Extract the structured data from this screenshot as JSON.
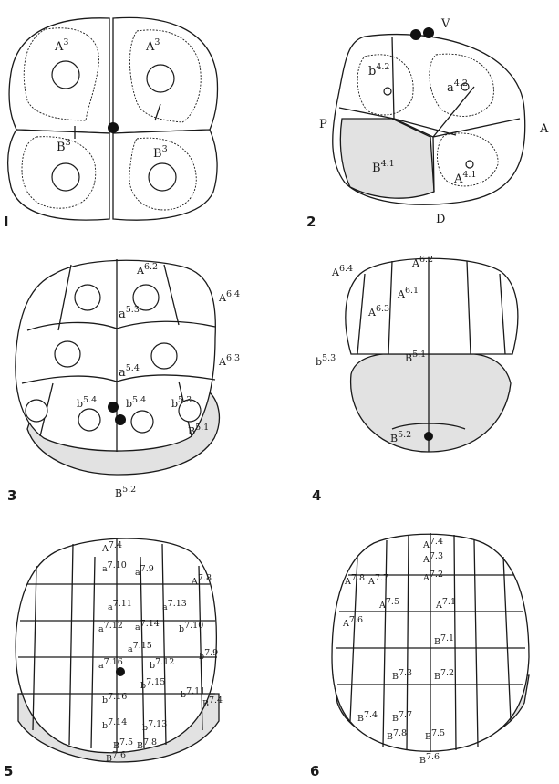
{
  "figures": [
    {
      "number": "I",
      "labels": [
        "A",
        "A",
        "B",
        "B"
      ],
      "superscripts": [
        "3",
        "3",
        "3",
        "3"
      ]
    },
    {
      "number": "2",
      "cell_labels": [
        "b",
        "a",
        "B",
        "A"
      ],
      "cell_superscripts": [
        "4.2",
        "4.2",
        "4.1",
        "4.1"
      ],
      "axes": {
        "top": "V",
        "left": "P",
        "right": "A",
        "bottom": "D"
      }
    },
    {
      "number": "3",
      "labels": [
        {
          "base": "A",
          "sup": "6.2"
        },
        {
          "base": "A",
          "sup": "6.4"
        },
        {
          "base": "A",
          "sup": "6.3"
        },
        {
          "base": "a",
          "sup": "5.3"
        },
        {
          "base": "a",
          "sup": "5.4"
        },
        {
          "base": "b",
          "sup": "5.4"
        },
        {
          "base": "b",
          "sup": "5.4"
        },
        {
          "base": "b",
          "sup": "5.3"
        },
        {
          "base": "B",
          "sup": "5.1"
        },
        {
          "base": "B",
          "sup": "5.2"
        }
      ]
    },
    {
      "number": "4",
      "labels": [
        {
          "base": "A",
          "sup": "6.2"
        },
        {
          "base": "A",
          "sup": "6.4"
        },
        {
          "base": "A",
          "sup": "6.1"
        },
        {
          "base": "A",
          "sup": "6.3"
        },
        {
          "base": "B",
          "sup": "5.1"
        },
        {
          "base": "b",
          "sup": "5.3"
        },
        {
          "base": "B",
          "sup": "5.2"
        }
      ]
    },
    {
      "number": "5",
      "labels": [
        {
          "base": "A",
          "sup": "7.4"
        },
        {
          "base": "a",
          "sup": "7.10"
        },
        {
          "base": "a",
          "sup": "7.9"
        },
        {
          "base": "A",
          "sup": "7.8"
        },
        {
          "base": "a",
          "sup": "7.11"
        },
        {
          "base": "a",
          "sup": "7.13"
        },
        {
          "base": "a",
          "sup": "7.12"
        },
        {
          "base": "a",
          "sup": "7.14"
        },
        {
          "base": "b",
          "sup": "7.10"
        },
        {
          "base": "a",
          "sup": "7.15"
        },
        {
          "base": "a",
          "sup": "7.16"
        },
        {
          "base": "b",
          "sup": "7.12"
        },
        {
          "base": "b",
          "sup": "7.9"
        },
        {
          "base": "b",
          "sup": "7.15"
        },
        {
          "base": "b",
          "sup": "7.16"
        },
        {
          "base": "b",
          "sup": "7.11"
        },
        {
          "base": "B",
          "sup": "7.4"
        },
        {
          "base": "b",
          "sup": "7.14"
        },
        {
          "base": "b",
          "sup": "7.13"
        },
        {
          "base": "B",
          "sup": "7.5"
        },
        {
          "base": "B",
          "sup": "7.8"
        },
        {
          "base": "B",
          "sup": "7.6"
        }
      ]
    },
    {
      "number": "6",
      "labels": [
        {
          "base": "A",
          "sup": "7.4"
        },
        {
          "base": "A",
          "sup": "7.3"
        },
        {
          "base": "A",
          "sup": "7.2"
        },
        {
          "base": "A",
          "sup": "7.8"
        },
        {
          "base": "A",
          "sup": "7.7"
        },
        {
          "base": "A",
          "sup": "7.5"
        },
        {
          "base": "A",
          "sup": "7.1"
        },
        {
          "base": "A",
          "sup": "7.6"
        },
        {
          "base": "B",
          "sup": "7.1"
        },
        {
          "base": "B",
          "sup": "7.3"
        },
        {
          "base": "B",
          "sup": "7.2"
        },
        {
          "base": "B",
          "sup": "7.4"
        },
        {
          "base": "B",
          "sup": "7.7"
        },
        {
          "base": "B",
          "sup": "7.8"
        },
        {
          "base": "B",
          "sup": "7.5"
        },
        {
          "base": "B",
          "sup": "7.6"
        }
      ]
    }
  ]
}
